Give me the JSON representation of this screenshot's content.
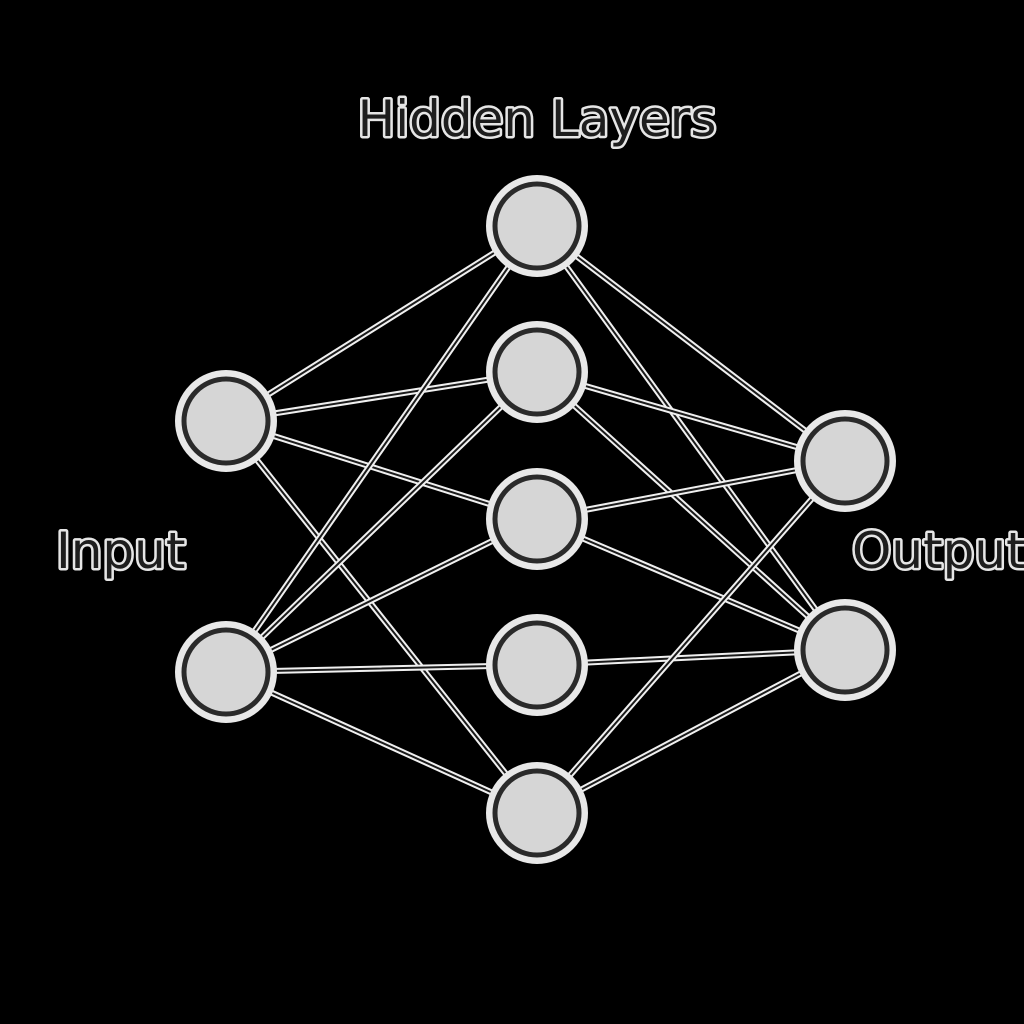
{
  "labels": {
    "hidden": "Hidden Layers",
    "input": "Input",
    "output": "Output"
  },
  "colors": {
    "background": "#000000",
    "node_fill": "#d6d6d6",
    "node_stroke": "#2a2a2a",
    "halo": "#e8e8e8"
  },
  "network": {
    "layers": [
      {
        "name": "input",
        "count": 2
      },
      {
        "name": "hidden",
        "count": 5
      },
      {
        "name": "output",
        "count": 2
      }
    ]
  }
}
